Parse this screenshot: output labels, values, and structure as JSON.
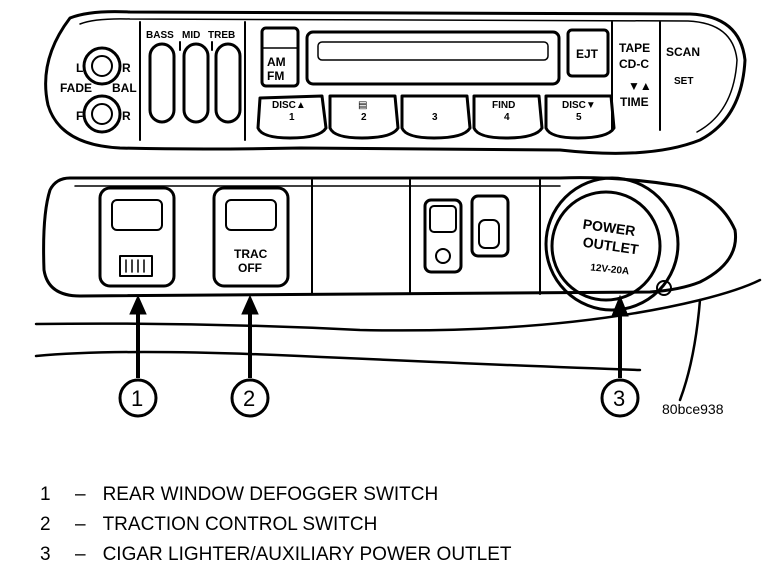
{
  "radio": {
    "fade_label": "FADE",
    "bal_label": "BAL",
    "left_label": "L",
    "right_label": "R",
    "front_label": "F",
    "rear_label": "R",
    "eq_labels": [
      "BASS",
      "MID",
      "TREB"
    ],
    "am_label": "AM",
    "fm_label": "FM",
    "ejt_label": "EJT",
    "tape_label": "TAPE",
    "cdc_label": "CD-C",
    "time_label": "TIME",
    "scan_label": "SCAN",
    "set_label": "SET",
    "presets": [
      {
        "top": "DISC▲",
        "num": "1"
      },
      {
        "top": "",
        "num": "2"
      },
      {
        "top": "",
        "num": "3"
      },
      {
        "top": "FIND",
        "num": "4"
      },
      {
        "top": "DISC▼",
        "num": "5"
      }
    ]
  },
  "switches": {
    "trac_line1": "TRAC",
    "trac_line2": "OFF",
    "outlet_line1": "POWER",
    "outlet_line2": "OUTLET",
    "outlet_rating": "12V-20A"
  },
  "callouts": [
    "1",
    "2",
    "3"
  ],
  "figure_id": "80bce938",
  "legend": [
    {
      "num": "1",
      "dash": "–",
      "text": "REAR WINDOW DEFOGGER SWITCH"
    },
    {
      "num": "2",
      "dash": "–",
      "text": "TRACTION CONTROL SWITCH"
    },
    {
      "num": "3",
      "dash": "–",
      "text": "CIGAR LIGHTER/AUXILIARY POWER OUTLET"
    }
  ]
}
